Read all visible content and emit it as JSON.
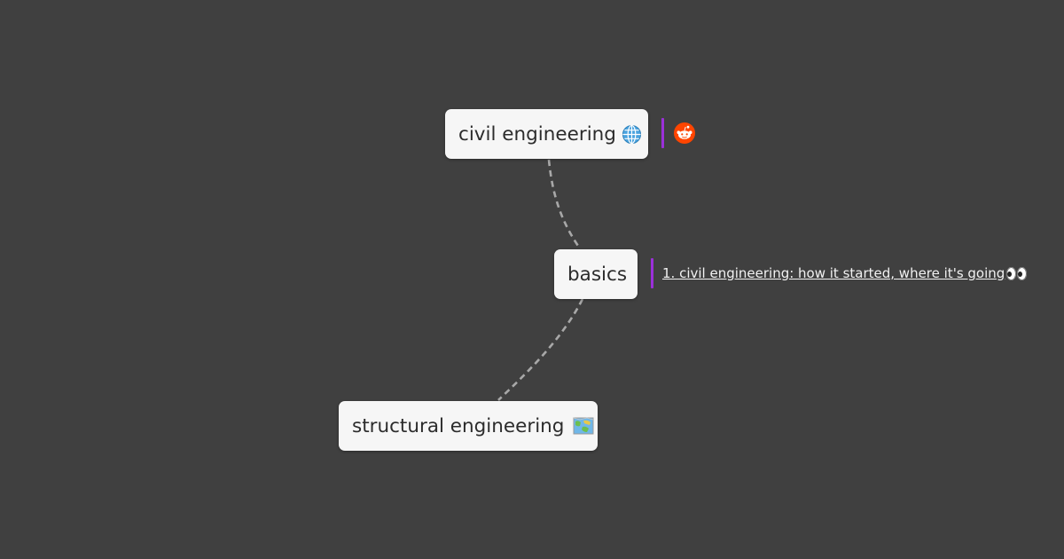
{
  "nodes": {
    "root": {
      "label": "civil engineering",
      "icon": "globe-icon"
    },
    "basics": {
      "label": "basics"
    },
    "structural": {
      "label": "structural engineering",
      "icon": "map-icon"
    }
  },
  "attachments": {
    "root": {
      "icon": "reddit-icon",
      "accent_color": "#9b30d9"
    },
    "basics": {
      "link_text": "1. civil engineering: how it started, where it's going",
      "icon": "eyes-icon",
      "accent_color": "#9b30d9"
    }
  },
  "colors": {
    "background": "#404040",
    "node_fill": "#f6f6f6",
    "connector": "#a8a8a8",
    "reddit": "#ff4500"
  }
}
